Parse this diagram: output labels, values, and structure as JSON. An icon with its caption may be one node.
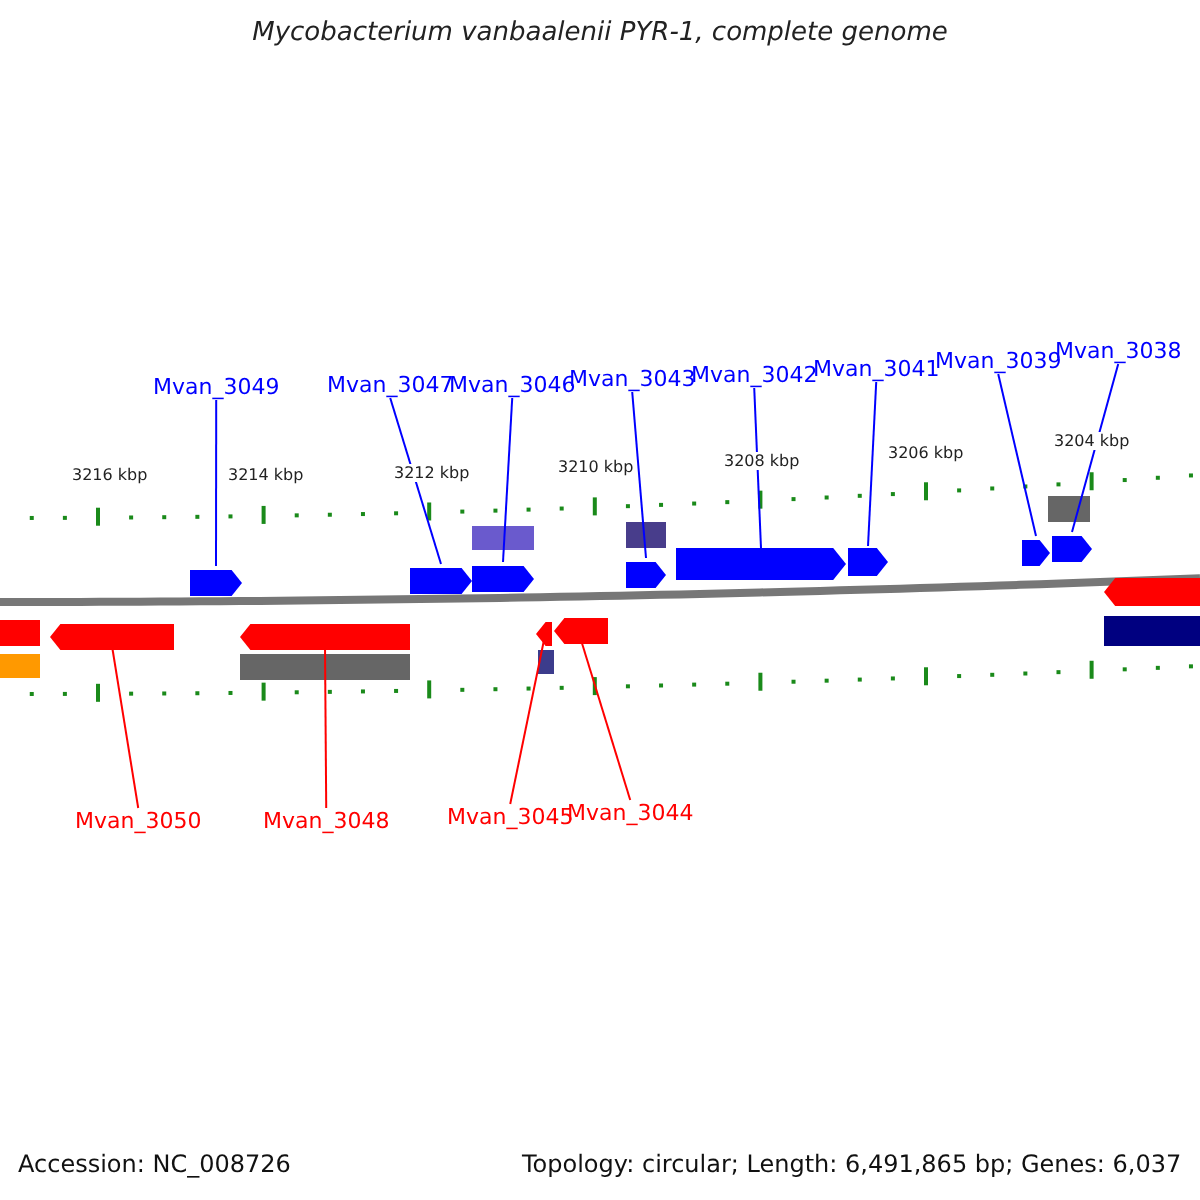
{
  "diagram": {
    "title": "Mycobacterium vanbaalenii PYR-1, complete genome",
    "nodes": [
      {
        "text": [
          "Mvan_3049"
        ]
      },
      {
        "text": [
          "Mvan_3047"
        ]
      },
      {
        "text": [
          "Mvan_3046"
        ]
      },
      {
        "text": [
          "Mvan_3043"
        ]
      },
      {
        "text": [
          "Mvan_3042"
        ]
      },
      {
        "text": [
          "Mvan_3041"
        ]
      },
      {
        "text": [
          "Mvan_3039"
        ]
      },
      {
        "text": [
          "Mvan_3038"
        ]
      },
      {
        "text": [
          "Mvan_3050"
        ]
      },
      {
        "text": [
          "Mvan_3048"
        ]
      },
      {
        "text": [
          "Mvan_3045"
        ]
      },
      {
        "text": [
          "Mvan_3044"
        ]
      },
      {
        "text": [],
        "shape": "arrow"
      },
      {
        "text": [],
        "shape": "arrow"
      },
      {
        "text": [],
        "shape": "arrow"
      },
      {
        "text": [],
        "shape": "arrow"
      },
      {
        "text": [],
        "shape": "arrow"
      },
      {
        "text": [],
        "shape": "arrow"
      },
      {
        "text": [],
        "shape": "arrow"
      },
      {
        "text": [],
        "shape": "arrow"
      },
      {
        "text": [],
        "shape": "arrow"
      },
      {
        "text": [],
        "shape": "arrow"
      },
      {
        "text": [],
        "shape": "arrow"
      },
      {
        "text": [],
        "shape": "arrow"
      }
    ],
    "edges": [
      {
        "from": 0,
        "to": 13,
        "arrow": "none"
      },
      {
        "from": 1,
        "to": 15,
        "arrow": "none"
      },
      {
        "from": 2,
        "to": 16,
        "arrow": "none"
      },
      {
        "from": 3,
        "to": 19,
        "arrow": "none"
      },
      {
        "from": 4,
        "to": 20,
        "arrow": "none"
      },
      {
        "from": 5,
        "to": 21,
        "arrow": "none"
      },
      {
        "from": 6,
        "to": 22,
        "arrow": "none"
      },
      {
        "from": 7,
        "to": 23,
        "arrow": "none"
      },
      {
        "from": 8,
        "to": 12,
        "arrow": "none",
        "color": "#ff0000"
      },
      {
        "from": 9,
        "to": 14,
        "arrow": "none",
        "color": "#ff0000"
      },
      {
        "from": 10,
        "to": 17,
        "arrow": "none",
        "color": "#ff0000"
      },
      {
        "from": 11,
        "to": 18,
        "arrow": "none",
        "color": "#ff0000"
      }
    ],
    "labels": [
      "3216 kbp",
      "3214 kbp",
      "3212 kbp",
      "3210 kbp",
      "3208 kbp",
      "3206 kbp",
      "3204 kbp",
      "Accession: NC_008726",
      "Topology: circular; Length: 6,491,865 bp; Genes: 6,037"
    ]
  }
}
